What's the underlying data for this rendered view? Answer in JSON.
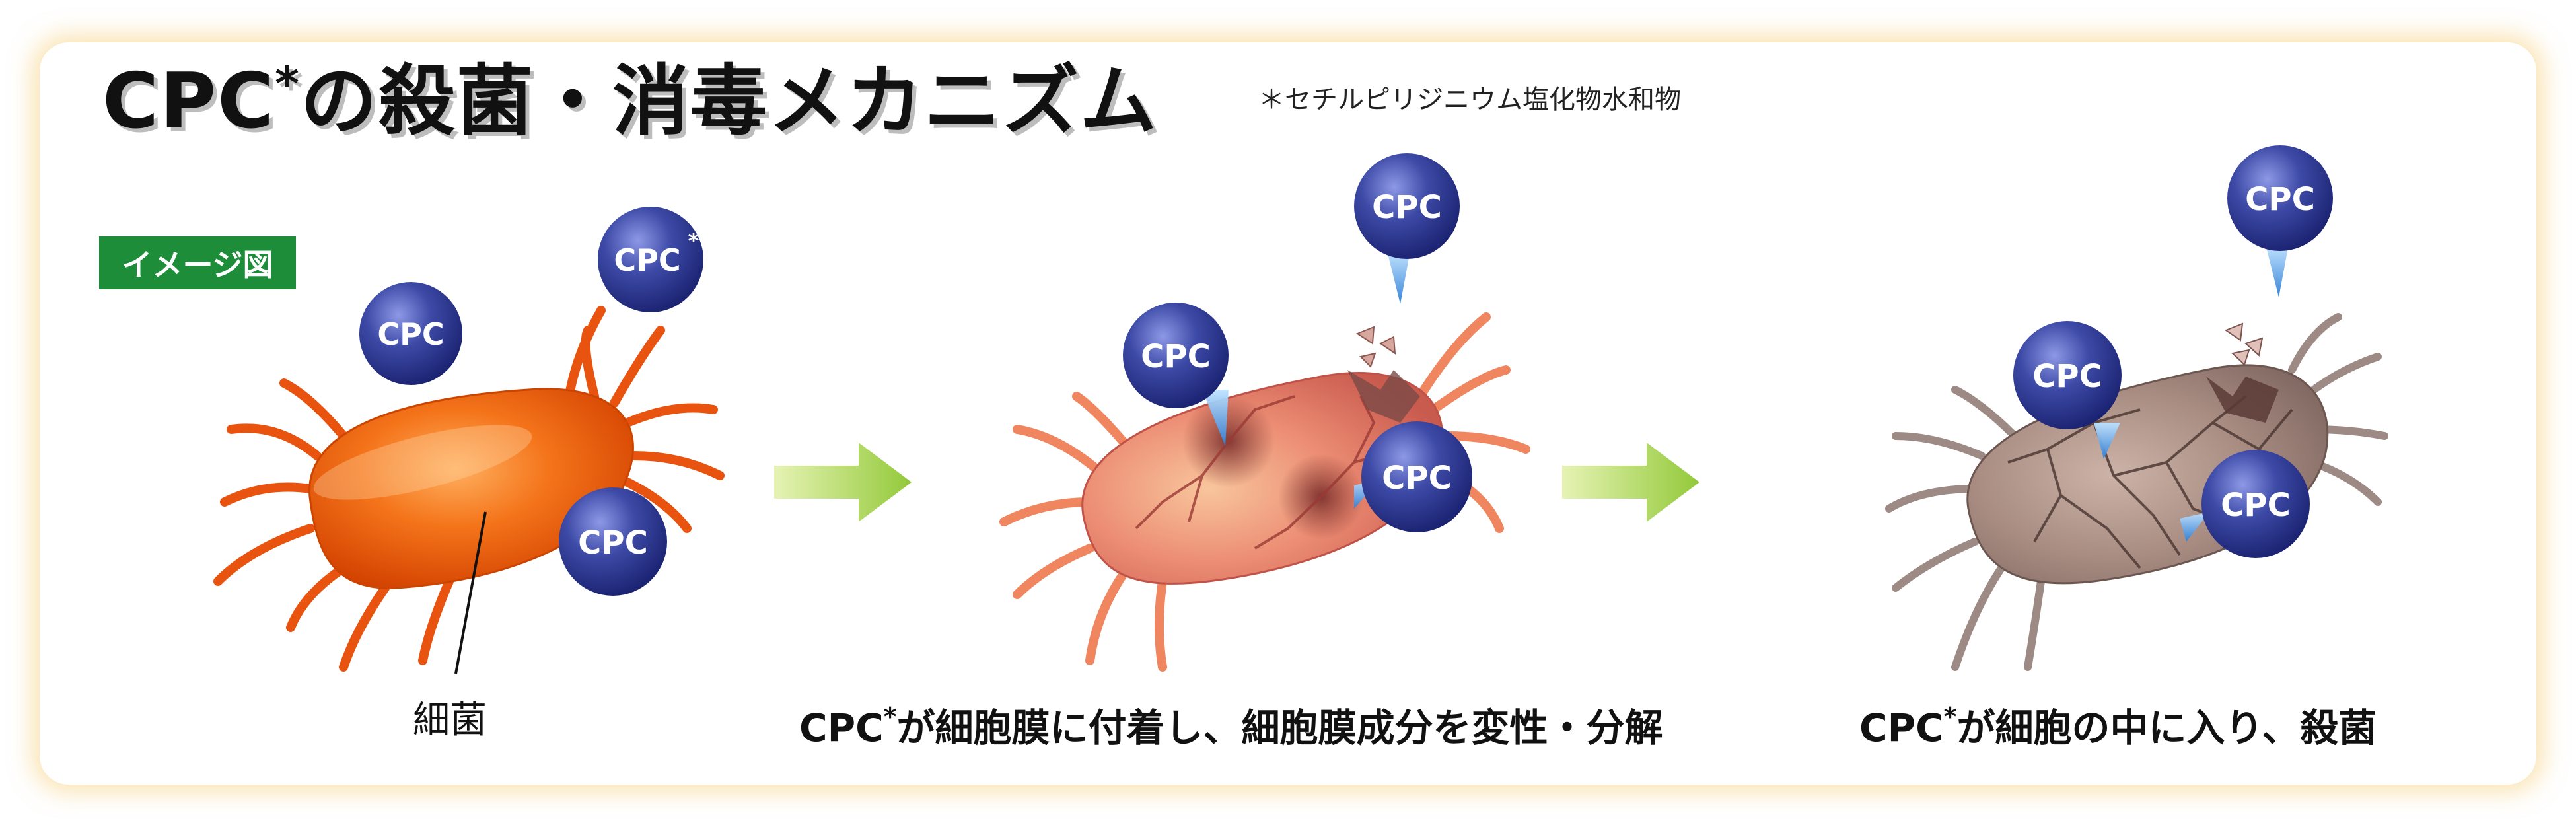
{
  "title": {
    "main": "CPC",
    "mark": "*",
    "rest": "の殺菌・消毒メカニズム"
  },
  "footnote": "＊セチルピリジニウム塩化物水和物",
  "image_tag": "イメージ図",
  "bacterium_label": "細菌",
  "molecule_label": "CPC",
  "molecule_mark": "*",
  "steps": [
    {
      "prefix": "CPC",
      "mark": "*",
      "text": "が細胞膜に付着し、細胞膜成分を変性・分解"
    },
    {
      "prefix": "CPC",
      "mark": "*",
      "text": "が細胞の中に入り、殺菌"
    }
  ],
  "colors": {
    "accent_green": "#1d8d3a",
    "molecule_blue": "#2f3b8f",
    "bacterium_orange": "#ee5a10",
    "bacterium_damaged": "#e58672",
    "bacterium_dead": "#a88c82",
    "arrow_green": "#9fd048",
    "glow_border": "#f6ce78"
  },
  "icons": [
    "bacterium-icon",
    "cpc-molecule-icon",
    "right-arrow-icon",
    "crack-icon"
  ]
}
